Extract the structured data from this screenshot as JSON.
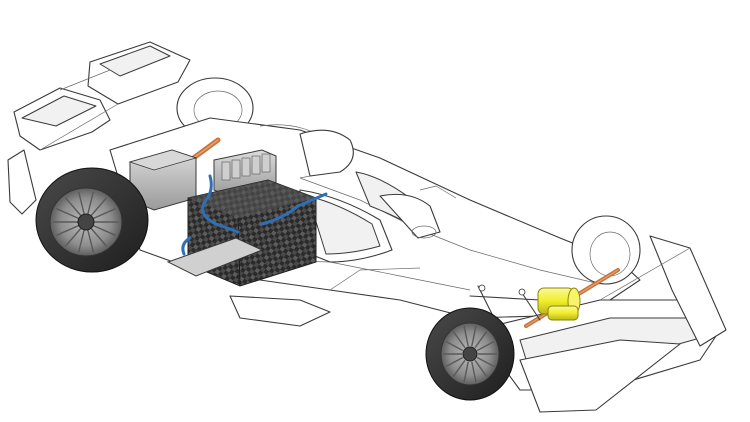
{
  "colors": {
    "background": "#ffffff",
    "outline": "#3a3a3a",
    "tire": "#2e2e2e",
    "rim": "#8e8e8e",
    "battery_carbon": "#3a3a3a",
    "drive_shaft": "#c8733a",
    "coolant_pipe": "#2f6fb5",
    "front_motor": "#f0ee2a",
    "component_grey": "#b9b9b9"
  },
  "icons": {
    "wheels": "tire-with-multi-spoke-rim",
    "battery": "carbon-fibre-battery-pack",
    "motor": "electric-motor-cylinder"
  }
}
